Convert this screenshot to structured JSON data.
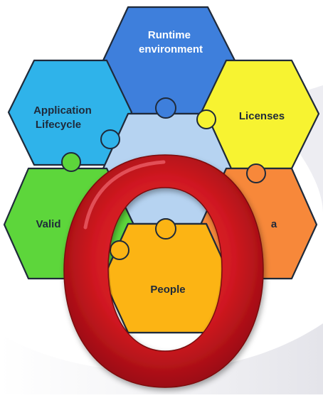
{
  "diagram": {
    "pieces": [
      {
        "id": "runtime",
        "lines": [
          "Runtime",
          "environment"
        ],
        "color": "#3e7fdc"
      },
      {
        "id": "application",
        "lines": [
          "Application",
          "Lifecycle"
        ],
        "color": "#2fb3ea"
      },
      {
        "id": "licenses",
        "lines": [
          "Licenses"
        ],
        "color": "#f7f331"
      },
      {
        "id": "validation",
        "lines": [
          "Valid"
        ],
        "color": "#5dd63b"
      },
      {
        "id": "data",
        "lines": [
          "a"
        ],
        "color": "#f7883a"
      },
      {
        "id": "people",
        "lines": [
          "People"
        ],
        "color": "#fcb414"
      },
      {
        "id": "center",
        "lines": [],
        "color": "#b6d3f1"
      }
    ],
    "ring_letter": {
      "glyph": "O",
      "color": "#c8141e"
    }
  }
}
